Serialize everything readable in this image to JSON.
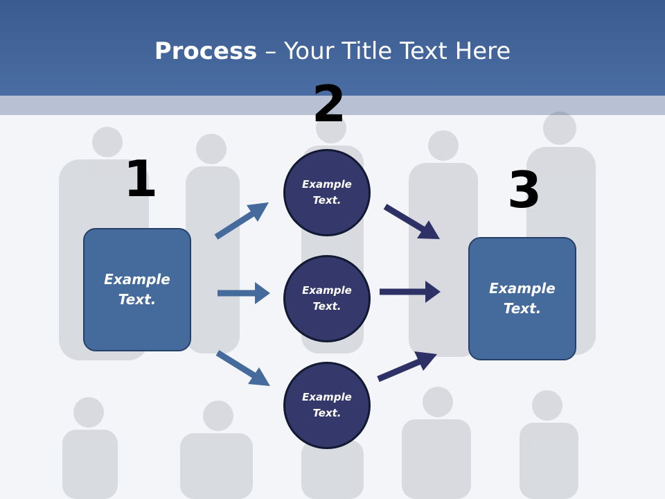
{
  "title": {
    "bold": "Process",
    "rest": " – Your Title Text Here"
  },
  "steps": {
    "n1": "1",
    "n2": "2",
    "n3": "3"
  },
  "left_box": {
    "text": "Example\nText."
  },
  "right_box": {
    "text": "Example\nText."
  },
  "circles": [
    {
      "text": "Example\nText."
    },
    {
      "text": "Example\nText."
    },
    {
      "text": "Example\nText."
    }
  ],
  "colors": {
    "header": "#3f6198",
    "box_fill": "#456a9c",
    "circle_fill": "#34386a",
    "arrow_left": "#456a9c",
    "arrow_right": "#2e3166"
  }
}
